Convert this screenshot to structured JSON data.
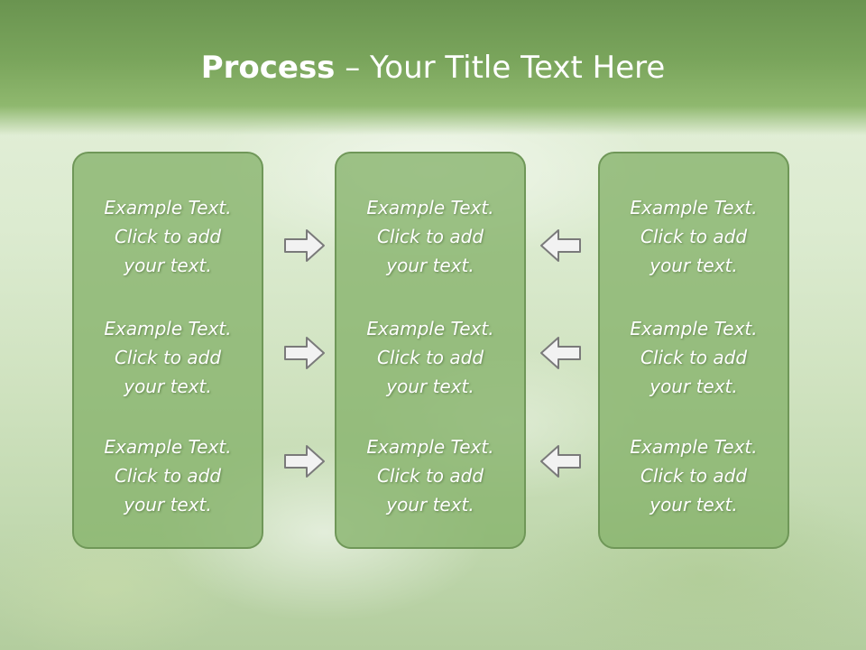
{
  "slide": {
    "title_bold": "Process",
    "title_rest": " – Your Title Text Here"
  },
  "columns": [
    {
      "name": "left",
      "items": [
        {
          "line1": "Example Text.",
          "line2": "Click  to add",
          "line3": "your text."
        },
        {
          "line1": "Example Text.",
          "line2": "Click  to add",
          "line3": "your text."
        },
        {
          "line1": "Example Text.",
          "line2": "Click  to add",
          "line3": "your text."
        }
      ]
    },
    {
      "name": "center",
      "items": [
        {
          "line1": "Example Text.",
          "line2": "Click  to add",
          "line3": "your text."
        },
        {
          "line1": "Example Text.",
          "line2": "Click  to add",
          "line3": "your text."
        },
        {
          "line1": "Example Text.",
          "line2": "Click  to add",
          "line3": "your text."
        }
      ]
    },
    {
      "name": "right",
      "items": [
        {
          "line1": "Example Text.",
          "line2": "Click  to add",
          "line3": "your text."
        },
        {
          "line1": "Example Text.",
          "line2": "Click  to add",
          "line3": "your text."
        },
        {
          "line1": "Example Text.",
          "line2": "Click  to add",
          "line3": "your text."
        }
      ]
    }
  ],
  "arrows": {
    "left_to_center": "right-arrow-icon",
    "right_to_center": "left-arrow-icon"
  },
  "colors": {
    "header": "#7aa55c",
    "panel_fill": "#85b26a",
    "panel_border": "#6f9758",
    "text": "#ffffff",
    "arrow_fill": "#f2f2f2",
    "arrow_stroke": "#7a7a7a"
  }
}
